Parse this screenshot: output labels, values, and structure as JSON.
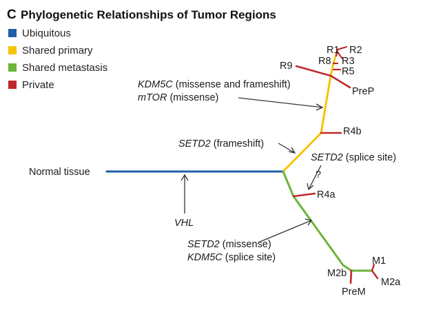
{
  "title": {
    "letter": "C",
    "text": "Phylogenetic Relationships of Tumor Regions"
  },
  "legend": [
    {
      "label": "Ubiquitous",
      "color": "#1e5fa8"
    },
    {
      "label": "Shared primary",
      "color": "#f5c400"
    },
    {
      "label": "Shared metastasis",
      "color": "#6ab43a"
    },
    {
      "label": "Private",
      "color": "#c0282c"
    }
  ],
  "nodes": {
    "normal": "Normal tissue",
    "R1": "R1",
    "R2": "R2",
    "R3": "R3",
    "R5": "R5",
    "R8": "R8",
    "R9": "R9",
    "PreP": "PreP",
    "R4b": "R4b",
    "R4a": "R4a",
    "M1": "M1",
    "M2a": "M2a",
    "M2b": "M2b",
    "PreM": "PreM"
  },
  "annotations": {
    "kdm5c_primary": {
      "gene": "KDM5C",
      "detail": " (missense and frameshift)"
    },
    "mtor": {
      "gene": "mTOR",
      "detail": " (missense)"
    },
    "setd2_frameshift": {
      "gene": "SETD2",
      "detail": " (frameshift)"
    },
    "setd2_splice": {
      "gene": "SETD2",
      "detail": " (splice site)"
    },
    "question": "?",
    "vhl": "VHL",
    "setd2_missense": {
      "gene": "SETD2",
      "detail": " (missense)"
    },
    "kdm5c_splice": {
      "gene": "KDM5C",
      "detail": " (splice site)"
    }
  }
}
